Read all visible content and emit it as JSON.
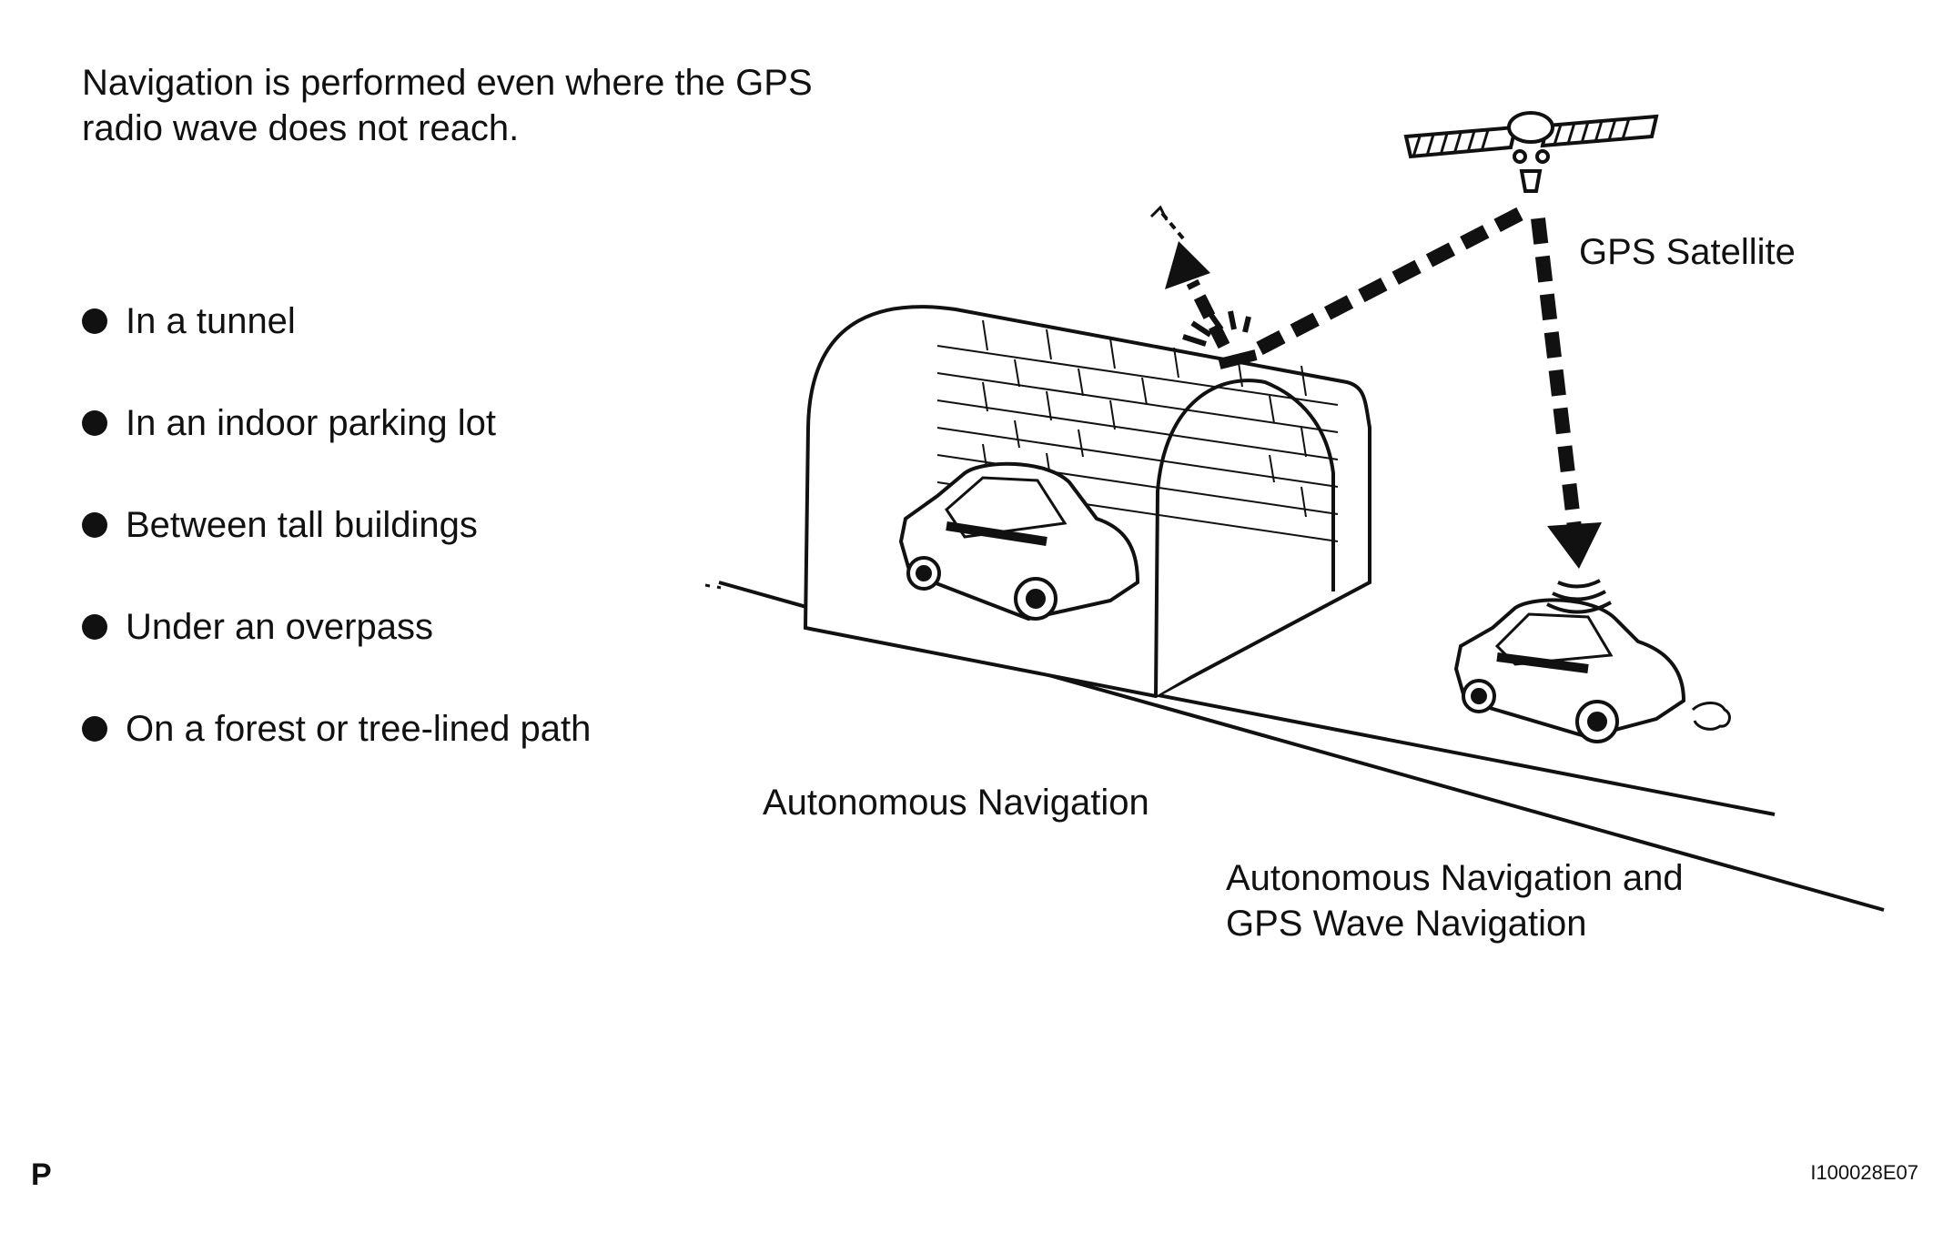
{
  "intro": {
    "line1": "Navigation is performed even where the GPS",
    "line2": "radio wave does not reach."
  },
  "bullets": [
    "In a tunnel",
    "In an indoor parking lot",
    "Between tall buildings",
    "Under an overpass",
    "On a forest or tree-lined path"
  ],
  "labels": {
    "satellite": "GPS Satellite",
    "autonomous": "Autonomous Navigation",
    "combined_line1": "Autonomous Navigation and",
    "combined_line2": "GPS Wave Navigation"
  },
  "footer": {
    "page_letter": "P",
    "figure_code": "I100028E07"
  }
}
